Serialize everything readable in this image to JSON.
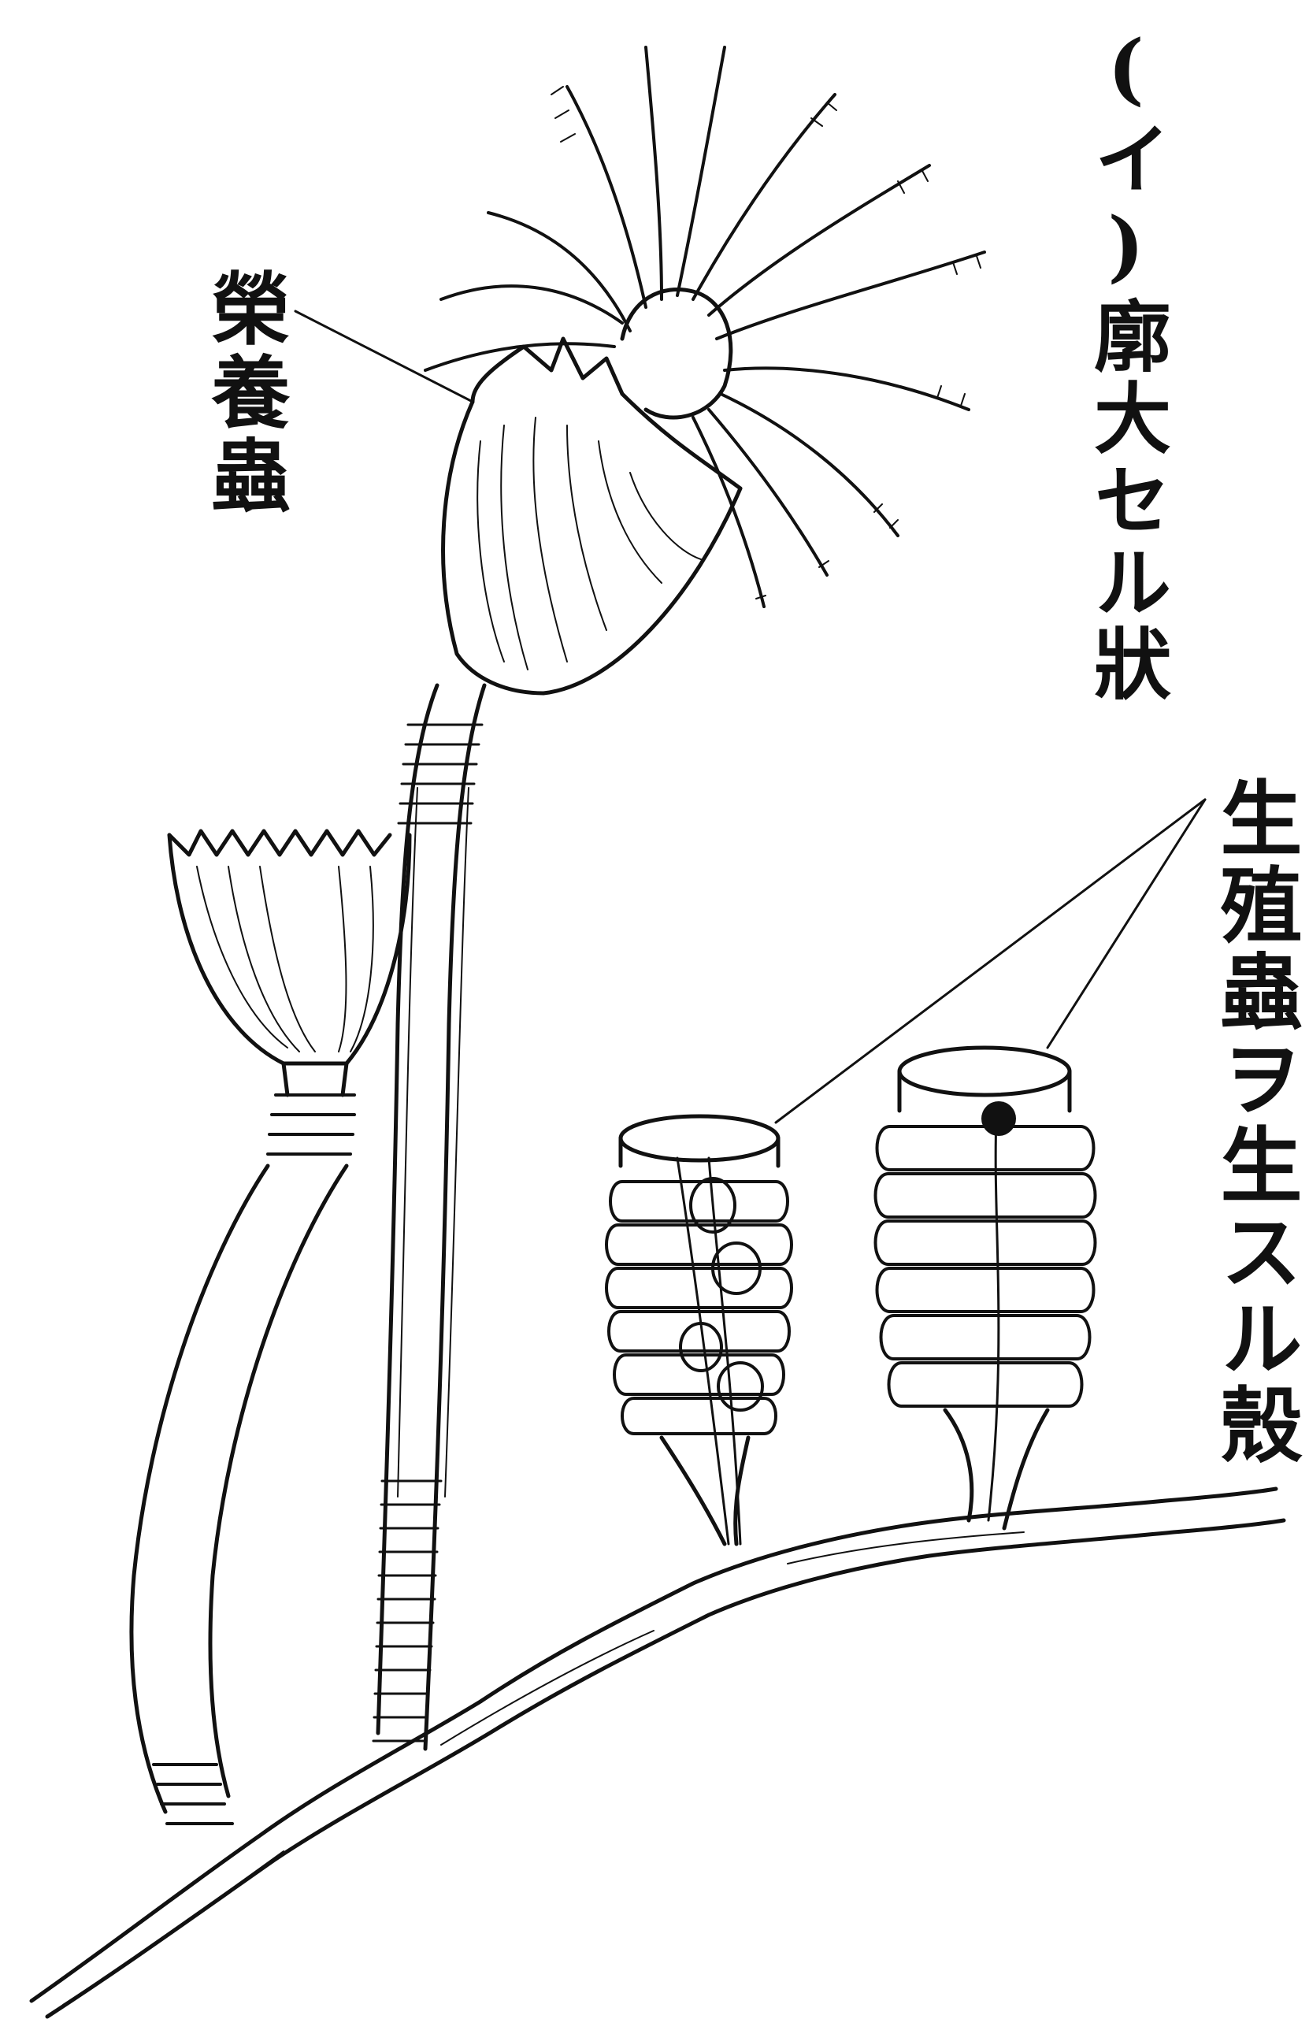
{
  "labels": {
    "title": "(イ)廓大セル狀",
    "feeding_zooid": "榮養蟲",
    "reproductive_zooid": "生殖蟲ヲ生スル殼"
  },
  "colors": {
    "ink": "#111111",
    "paper": "#ffffff"
  }
}
